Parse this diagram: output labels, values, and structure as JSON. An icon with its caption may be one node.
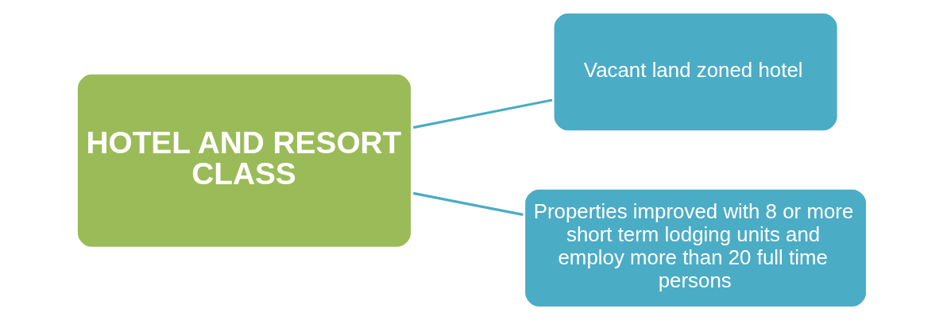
{
  "diagram": {
    "nodes": [
      {
        "text": [
          "HOTEL AND RESORT CLASS"
        ]
      },
      {
        "text": [
          "Vacant land zoned hotel"
        ]
      },
      {
        "text": [
          "Properties improved with 8 or more short term lodging units and employ more than 20 full time persons"
        ]
      }
    ],
    "edges": [
      {
        "from": 0,
        "to": 1,
        "arrow": "none"
      },
      {
        "from": 0,
        "to": 2,
        "arrow": "none"
      }
    ]
  }
}
